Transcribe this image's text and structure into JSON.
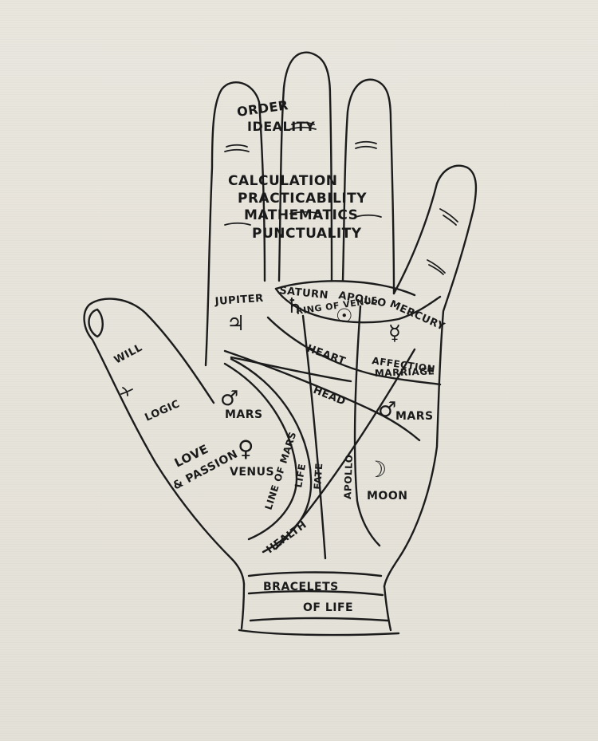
{
  "labels": {
    "order": "ORDER",
    "ideality": "IDEALITY",
    "calculation": "CALCULATION",
    "practicability": "PRACTICABILITY",
    "mathematics": "MATHEMATICS",
    "punctuality": "PUNCTUALITY",
    "jupiter": "JUPITER",
    "saturn": "SATURN",
    "apollo_mount": "APOLLO",
    "mercury": "MERCURY",
    "ring_of_venus": "RING OF VENUS",
    "heart": "HEART",
    "affection": "AFFECTION",
    "marriage": "MARRIAGE",
    "head": "HEAD",
    "mars_lower": "MARS",
    "mars_upper": "MARS",
    "will": "WILL",
    "logic": "LOGIC",
    "love": "LOVE",
    "passion": "& PASSION",
    "venus": "VENUS",
    "line_of_mars": "LINE OF MARS",
    "life": "LIFE",
    "fate": "FATE",
    "apollo_line": "APOLLO",
    "moon": "MOON",
    "health": "HEALTH",
    "bracelets": "BRACELETS",
    "of_life": "OF LIFE"
  },
  "symbols": {
    "jupiter": "♃",
    "saturn": "♄",
    "apollo": "☉",
    "mercury": "☿",
    "mars_lower": "♂",
    "mars_upper": "♂",
    "venus": "♀",
    "moon": "☽"
  }
}
